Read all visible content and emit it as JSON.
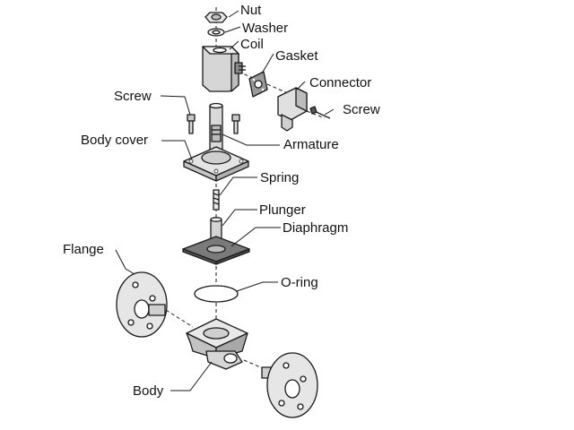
{
  "labels": {
    "nut": "Nut",
    "washer": "Washer",
    "coil": "Coil",
    "gasket": "Gasket",
    "connector": "Connector",
    "screw_right": "Screw",
    "screw_left": "Screw",
    "body_cover": "Body cover",
    "armature": "Armature",
    "spring": "Spring",
    "plunger": "Plunger",
    "diaphragm": "Diaphragm",
    "flange": "Flange",
    "o_ring": "O-ring",
    "body": "Body"
  },
  "colors": {
    "line": "#1a1a1a",
    "light_fill": "#eeeeee",
    "mid_fill": "#cfcfcf",
    "dark_fill": "#777777",
    "background": "#ffffff"
  }
}
